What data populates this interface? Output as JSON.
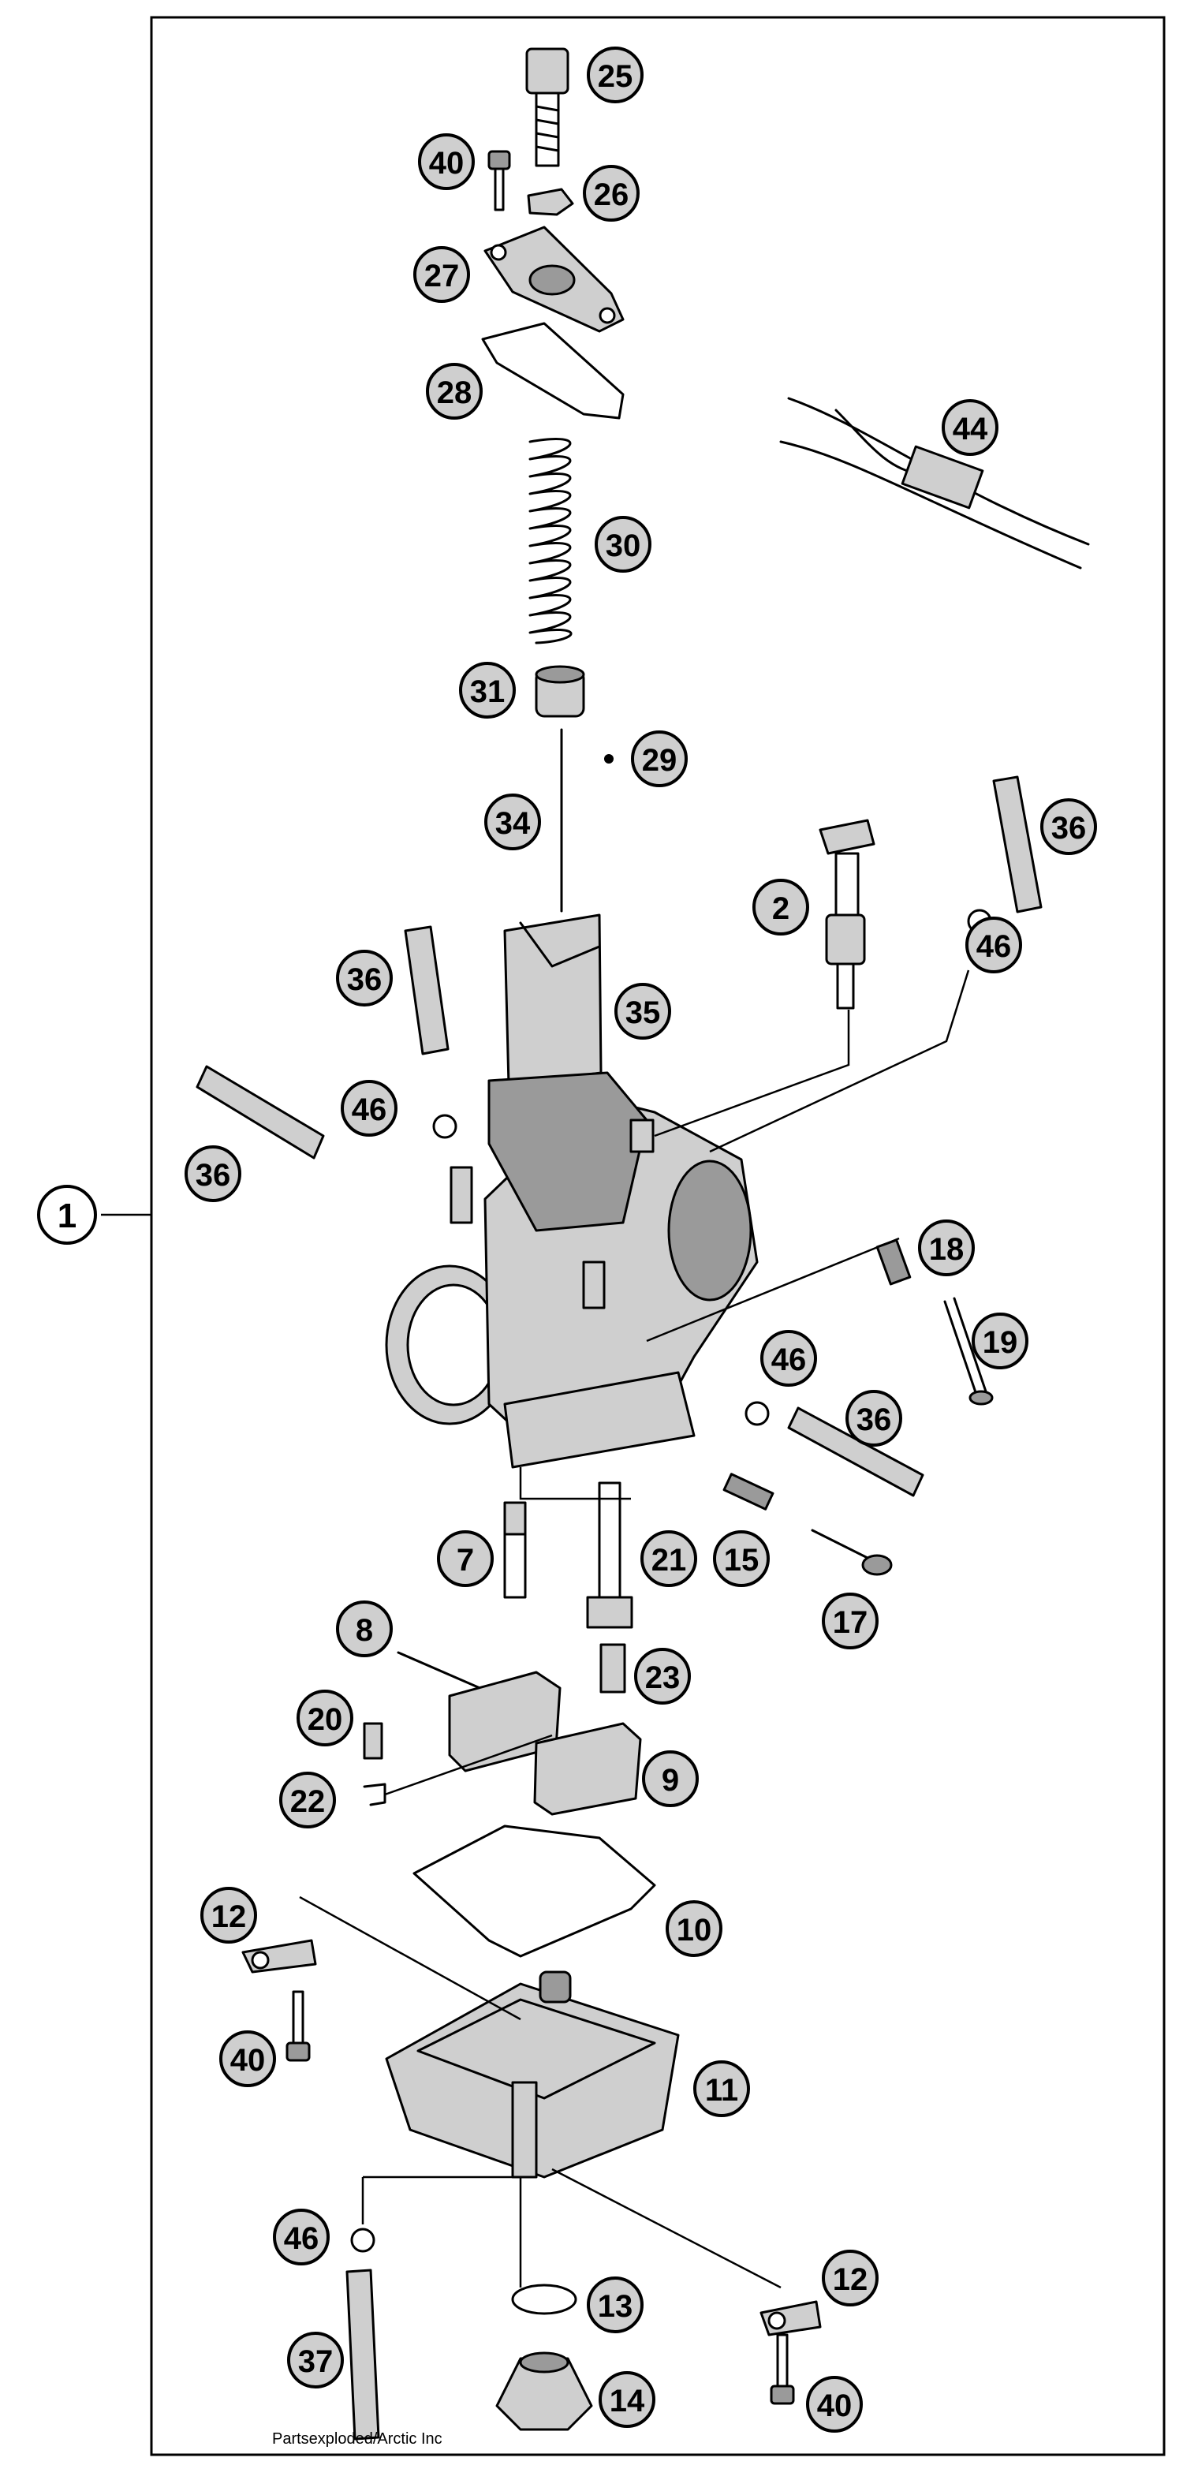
{
  "diagram": {
    "assembly_callout": "1",
    "parts": [
      "25",
      "40",
      "26",
      "27",
      "28",
      "44",
      "30",
      "31",
      "29",
      "34",
      "36",
      "2",
      "46",
      "35",
      "36",
      "46",
      "36",
      "18",
      "19",
      "46",
      "36",
      "7",
      "21",
      "15",
      "17",
      "8",
      "23",
      "20",
      "9",
      "22",
      "10",
      "12",
      "40",
      "11",
      "46",
      "12",
      "13",
      "37",
      "14",
      "40"
    ],
    "footer_caption": "Partsexploded/Arctic Inc"
  }
}
